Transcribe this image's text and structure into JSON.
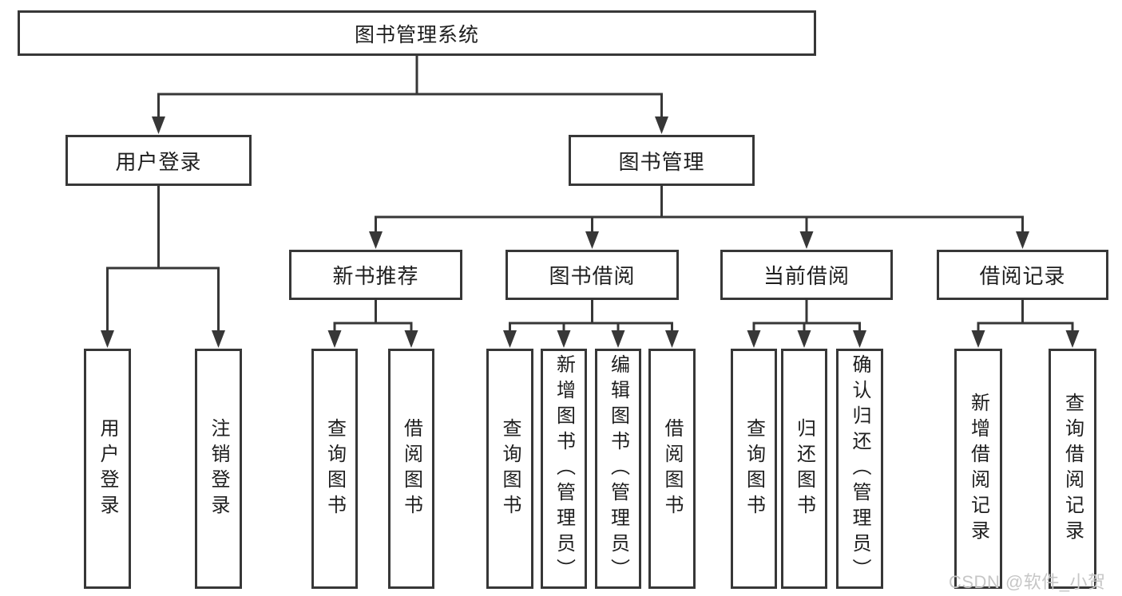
{
  "tree": {
    "label": "图书管理系统",
    "children": [
      {
        "label": "用户登录",
        "children": [
          {
            "label": "用户登录"
          },
          {
            "label": "注销登录"
          }
        ]
      },
      {
        "label": "图书管理",
        "children": [
          {
            "label": "新书推荐",
            "children": [
              {
                "label": "查询图书"
              },
              {
                "label": "借阅图书"
              }
            ]
          },
          {
            "label": "图书借阅",
            "children": [
              {
                "label": "查询图书"
              },
              {
                "label": "新增图书（管理员）"
              },
              {
                "label": "编辑图书（管理员）"
              },
              {
                "label": "借阅图书"
              }
            ]
          },
          {
            "label": "当前借阅",
            "children": [
              {
                "label": "查询图书"
              },
              {
                "label": "归还图书"
              },
              {
                "label": "确认归还（管理员）"
              }
            ]
          },
          {
            "label": "借阅记录",
            "children": [
              {
                "label": "新增借阅记录"
              },
              {
                "label": "查询借阅记录"
              }
            ]
          }
        ]
      }
    ]
  },
  "watermark": "CSDN @软件_小贺同学",
  "colors": {
    "line": "#373737",
    "text": "#1e1e1e",
    "watermark": "#c6c6c6",
    "background": "#ffffff"
  }
}
